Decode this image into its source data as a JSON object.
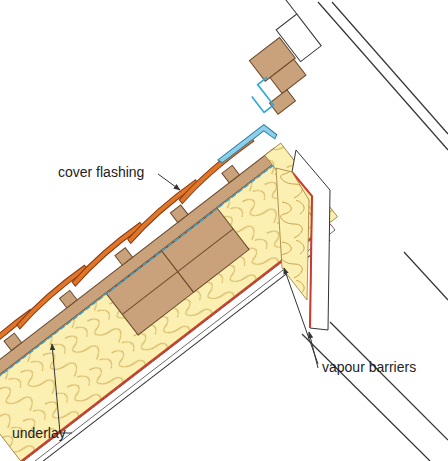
{
  "diagram": {
    "labels": [
      "cover flashing",
      "vapour barriers",
      "underlay"
    ]
  }
}
